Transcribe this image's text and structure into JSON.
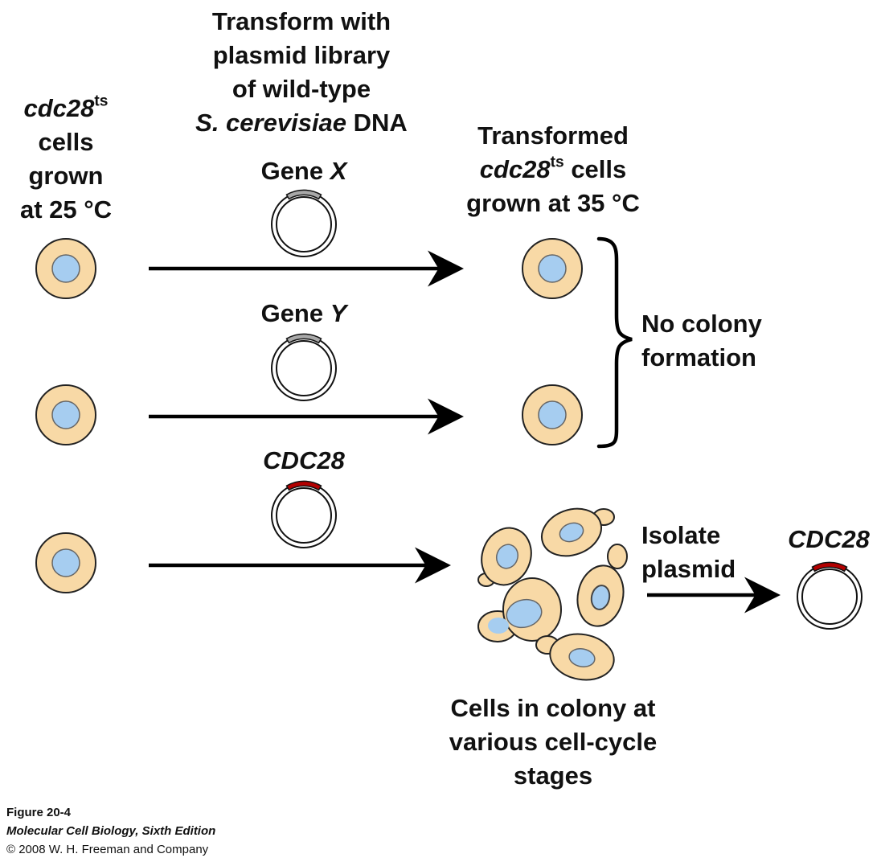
{
  "colors": {
    "cell_fill": "#f8d9a6",
    "nucleus_fill": "#a6cdf0",
    "plasmid_insert_gray": "#a8a8a8",
    "plasmid_insert_cdc28": "#b30000",
    "arrow": "#000000"
  },
  "left_label": {
    "strain": "cdc28",
    "superscript": "ts",
    "line2": "cells",
    "line3": "grown",
    "line4": "at 25 °C"
  },
  "top_label": {
    "line1": "Transform with",
    "line2": "plasmid library",
    "line3": "of wild-type",
    "line4_species": "S. cerevisiae",
    "line4_suffix": " DNA"
  },
  "right_label": {
    "line1": "Transformed",
    "strain": "cdc28",
    "superscript": "ts",
    "line2_suffix": " cells",
    "line3": "grown at 35 °C"
  },
  "plasmids": {
    "gene_x_prefix": "Gene ",
    "gene_x_symbol": "X",
    "gene_y_prefix": "Gene ",
    "gene_y_symbol": "Y",
    "cdc28": "CDC28",
    "isolated": "CDC28"
  },
  "outcome_no_colony": {
    "line1": "No colony",
    "line2": "formation"
  },
  "isolate_step": {
    "line1": "Isolate",
    "line2": "plasmid"
  },
  "colony_caption": {
    "line1": "Cells in colony at",
    "line2": "various cell-cycle",
    "line3": "stages"
  },
  "credit": {
    "figure": "Figure 20-4",
    "book": "Molecular Cell Biology, Sixth Edition",
    "copyright": "© 2008 W. H. Freeman and Company"
  }
}
